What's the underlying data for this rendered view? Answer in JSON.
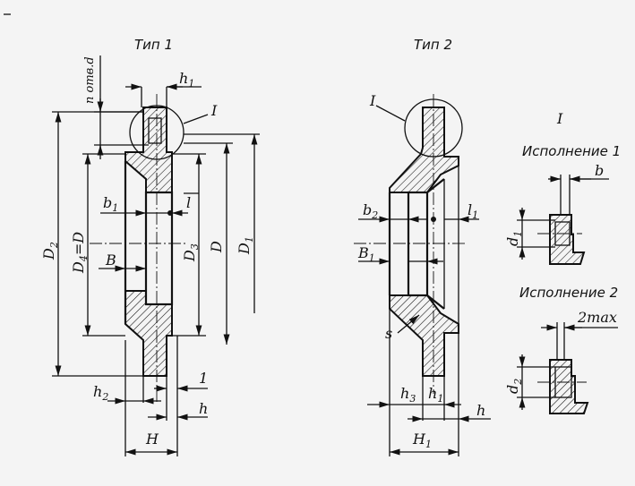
{
  "titles": {
    "type1": "Тип 1",
    "type2": "Тип 2",
    "detail": "I",
    "variant1": "Исполнение 1",
    "variant2": "Исполнение 2"
  },
  "labels": {
    "n_holes": "n отв.d",
    "h1": "h",
    "h1_sub": "1",
    "I_mark": "I",
    "b1": "b",
    "b1_sub": "1",
    "l": "l",
    "B": "B",
    "D2": "D",
    "D2_sub": "2",
    "D4": "D",
    "D4_sub": "4",
    "D4_eq": "=D",
    "D3": "D",
    "D3_sub": "3",
    "D": "D",
    "D1": "D",
    "D1_sub": "1",
    "h2": "h",
    "h2_sub": "2",
    "one": "1",
    "h": "h",
    "H": "H",
    "b2": "b",
    "b2_sub": "2",
    "l1": "l",
    "l1_sub": "1",
    "B1": "B",
    "B1_sub": "1",
    "s": "s",
    "h3": "h",
    "h3_sub": "3",
    "h1b": "h",
    "h1b_sub": "1",
    "hb": "h",
    "H1": "H",
    "H1_sub": "1",
    "b": "b",
    "d1": "d",
    "d1_sub": "1",
    "max2": "2max",
    "d2": "d",
    "d2_sub": "2"
  }
}
